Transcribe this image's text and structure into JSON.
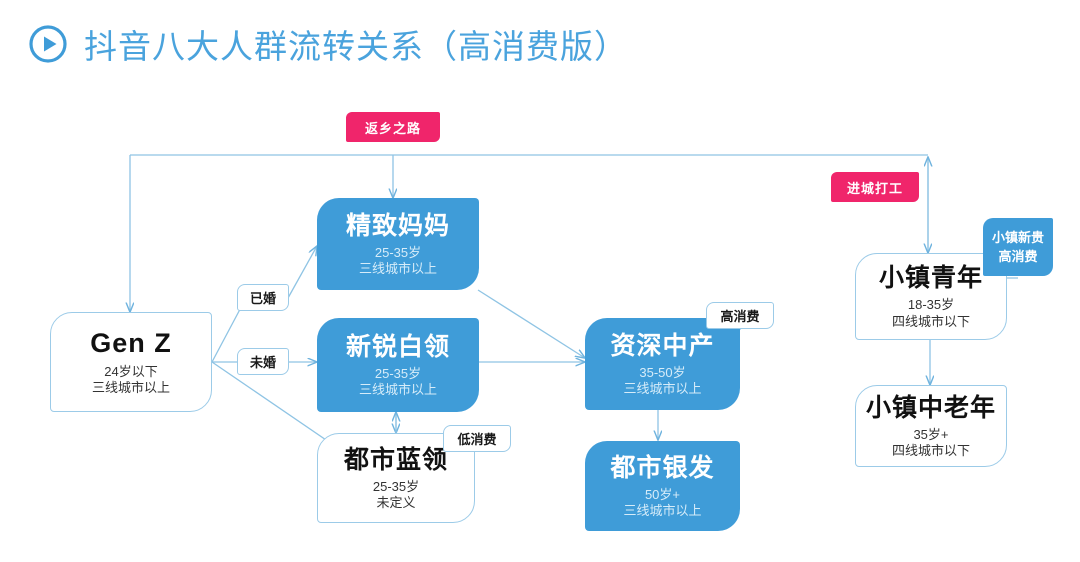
{
  "header": {
    "icon": "play-circle-icon",
    "title": "抖音八大人群流转关系（高消费版）",
    "accent_color": "#4aa3dd"
  },
  "palette": {
    "node_fill": "#3f9cd8",
    "node_border": "#9ccbe8",
    "badge_pink": "#f0256b",
    "wire": "#8fc4e4",
    "text_dark": "#111111",
    "text_light": "#ffffff"
  },
  "nodes": [
    {
      "id": "gen-z",
      "name": "Gen Z",
      "age": "24岁以下",
      "city": "三线城市以上",
      "style": "outline"
    },
    {
      "id": "jingzhimama",
      "name": "精致妈妈",
      "age": "25-35岁",
      "city": "三线城市以上",
      "style": "filled"
    },
    {
      "id": "xinruibailing",
      "name": "新锐白领",
      "age": "25-35岁",
      "city": "三线城市以上",
      "style": "filled"
    },
    {
      "id": "dushilanling",
      "name": "都市蓝领",
      "age": "25-35岁",
      "city": "未定义",
      "style": "outline"
    },
    {
      "id": "zishenzhongchan",
      "name": "资深中产",
      "age": "35-50岁",
      "city": "三线城市以上",
      "style": "filled"
    },
    {
      "id": "dushiyinfa",
      "name": "都市银发",
      "age": "50岁+",
      "city": "三线城市以上",
      "style": "filled"
    },
    {
      "id": "xiaozhenqingnian",
      "name": "小镇青年",
      "age": "18-35岁",
      "city": "四线城市以下",
      "style": "outline"
    },
    {
      "id": "xiaozhenlaonian",
      "name": "小镇中老年",
      "age": "35岁+",
      "city": "四线城市以下",
      "style": "outline"
    }
  ],
  "tags": [
    {
      "id": "married",
      "label": "已婚"
    },
    {
      "id": "unmarried",
      "label": "未婚"
    },
    {
      "id": "low-spend",
      "label": "低消费"
    },
    {
      "id": "high-spend",
      "label": "高消费"
    }
  ],
  "badges": [
    {
      "id": "return-home",
      "label": "返乡之路",
      "color": "pink"
    },
    {
      "id": "go-to-city",
      "label": "进城打工",
      "color": "pink"
    },
    {
      "id": "town-elite",
      "line1": "小镇新贵",
      "line2": "高消费",
      "color": "blue"
    }
  ]
}
